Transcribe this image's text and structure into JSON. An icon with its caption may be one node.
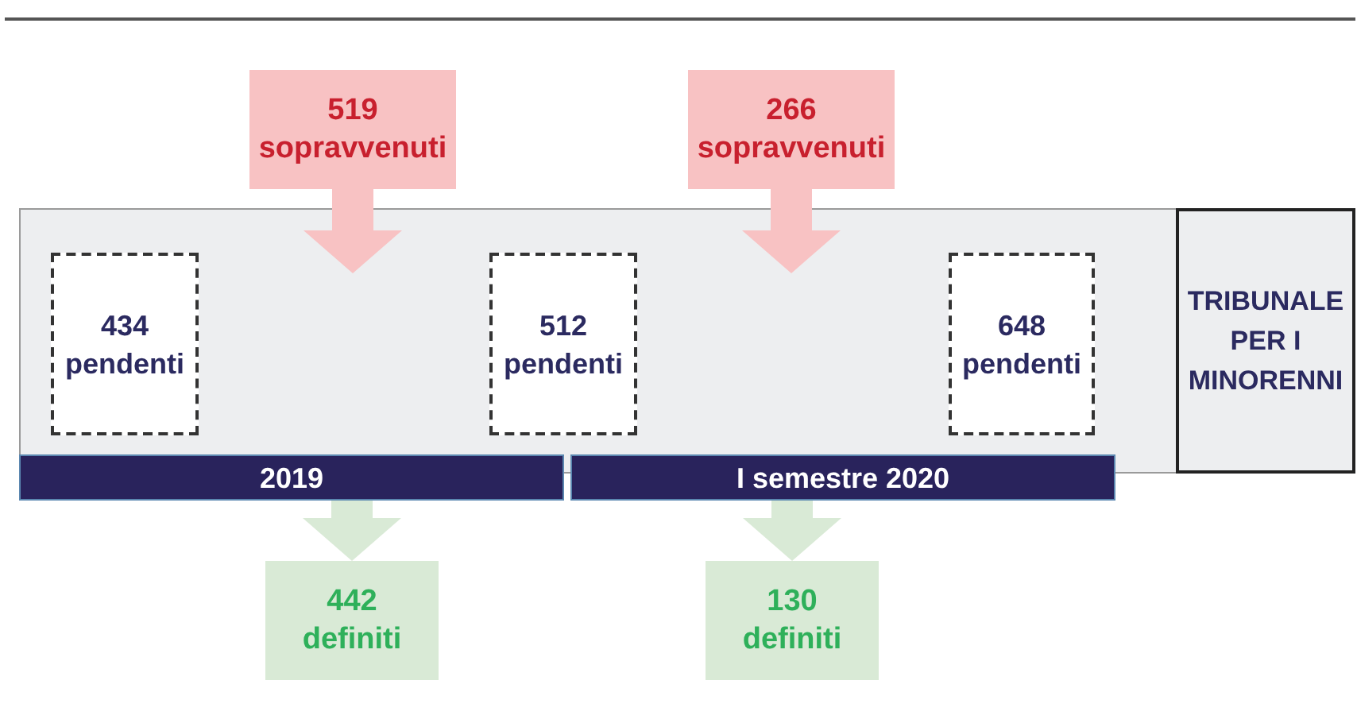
{
  "diagram": {
    "nodes": [
      {
        "text": [],
        "shape": "box"
      },
      {
        "text": [
          "519",
          "sopravvenuti"
        ]
      },
      {
        "text": [
          "266",
          "sopravvenuti"
        ]
      },
      {
        "text": [
          "434",
          "pendenti"
        ],
        "in": 0
      },
      {
        "text": [
          "512",
          "pendenti"
        ],
        "in": 0
      },
      {
        "text": [
          "648",
          "pendenti"
        ],
        "in": 0
      },
      {
        "text": [
          "TRIBUNALE PER I MINORENNI"
        ]
      },
      {
        "text": [
          "2019"
        ]
      },
      {
        "text": [
          "I semestre 2020"
        ]
      },
      {
        "text": [
          "442",
          "definiti"
        ]
      },
      {
        "text": [
          "130",
          "definiti"
        ]
      }
    ],
    "edges": [
      {
        "from": 1,
        "to": 0,
        "arrow": "to",
        "color": "#f8c2c3"
      },
      {
        "from": 2,
        "to": 0,
        "arrow": "to",
        "color": "#f8c2c3"
      },
      {
        "from": 7,
        "to": 9,
        "arrow": "to",
        "color": "#d9ead6"
      },
      {
        "from": 8,
        "to": 10,
        "arrow": "to",
        "color": "#d9ead6"
      }
    ]
  }
}
